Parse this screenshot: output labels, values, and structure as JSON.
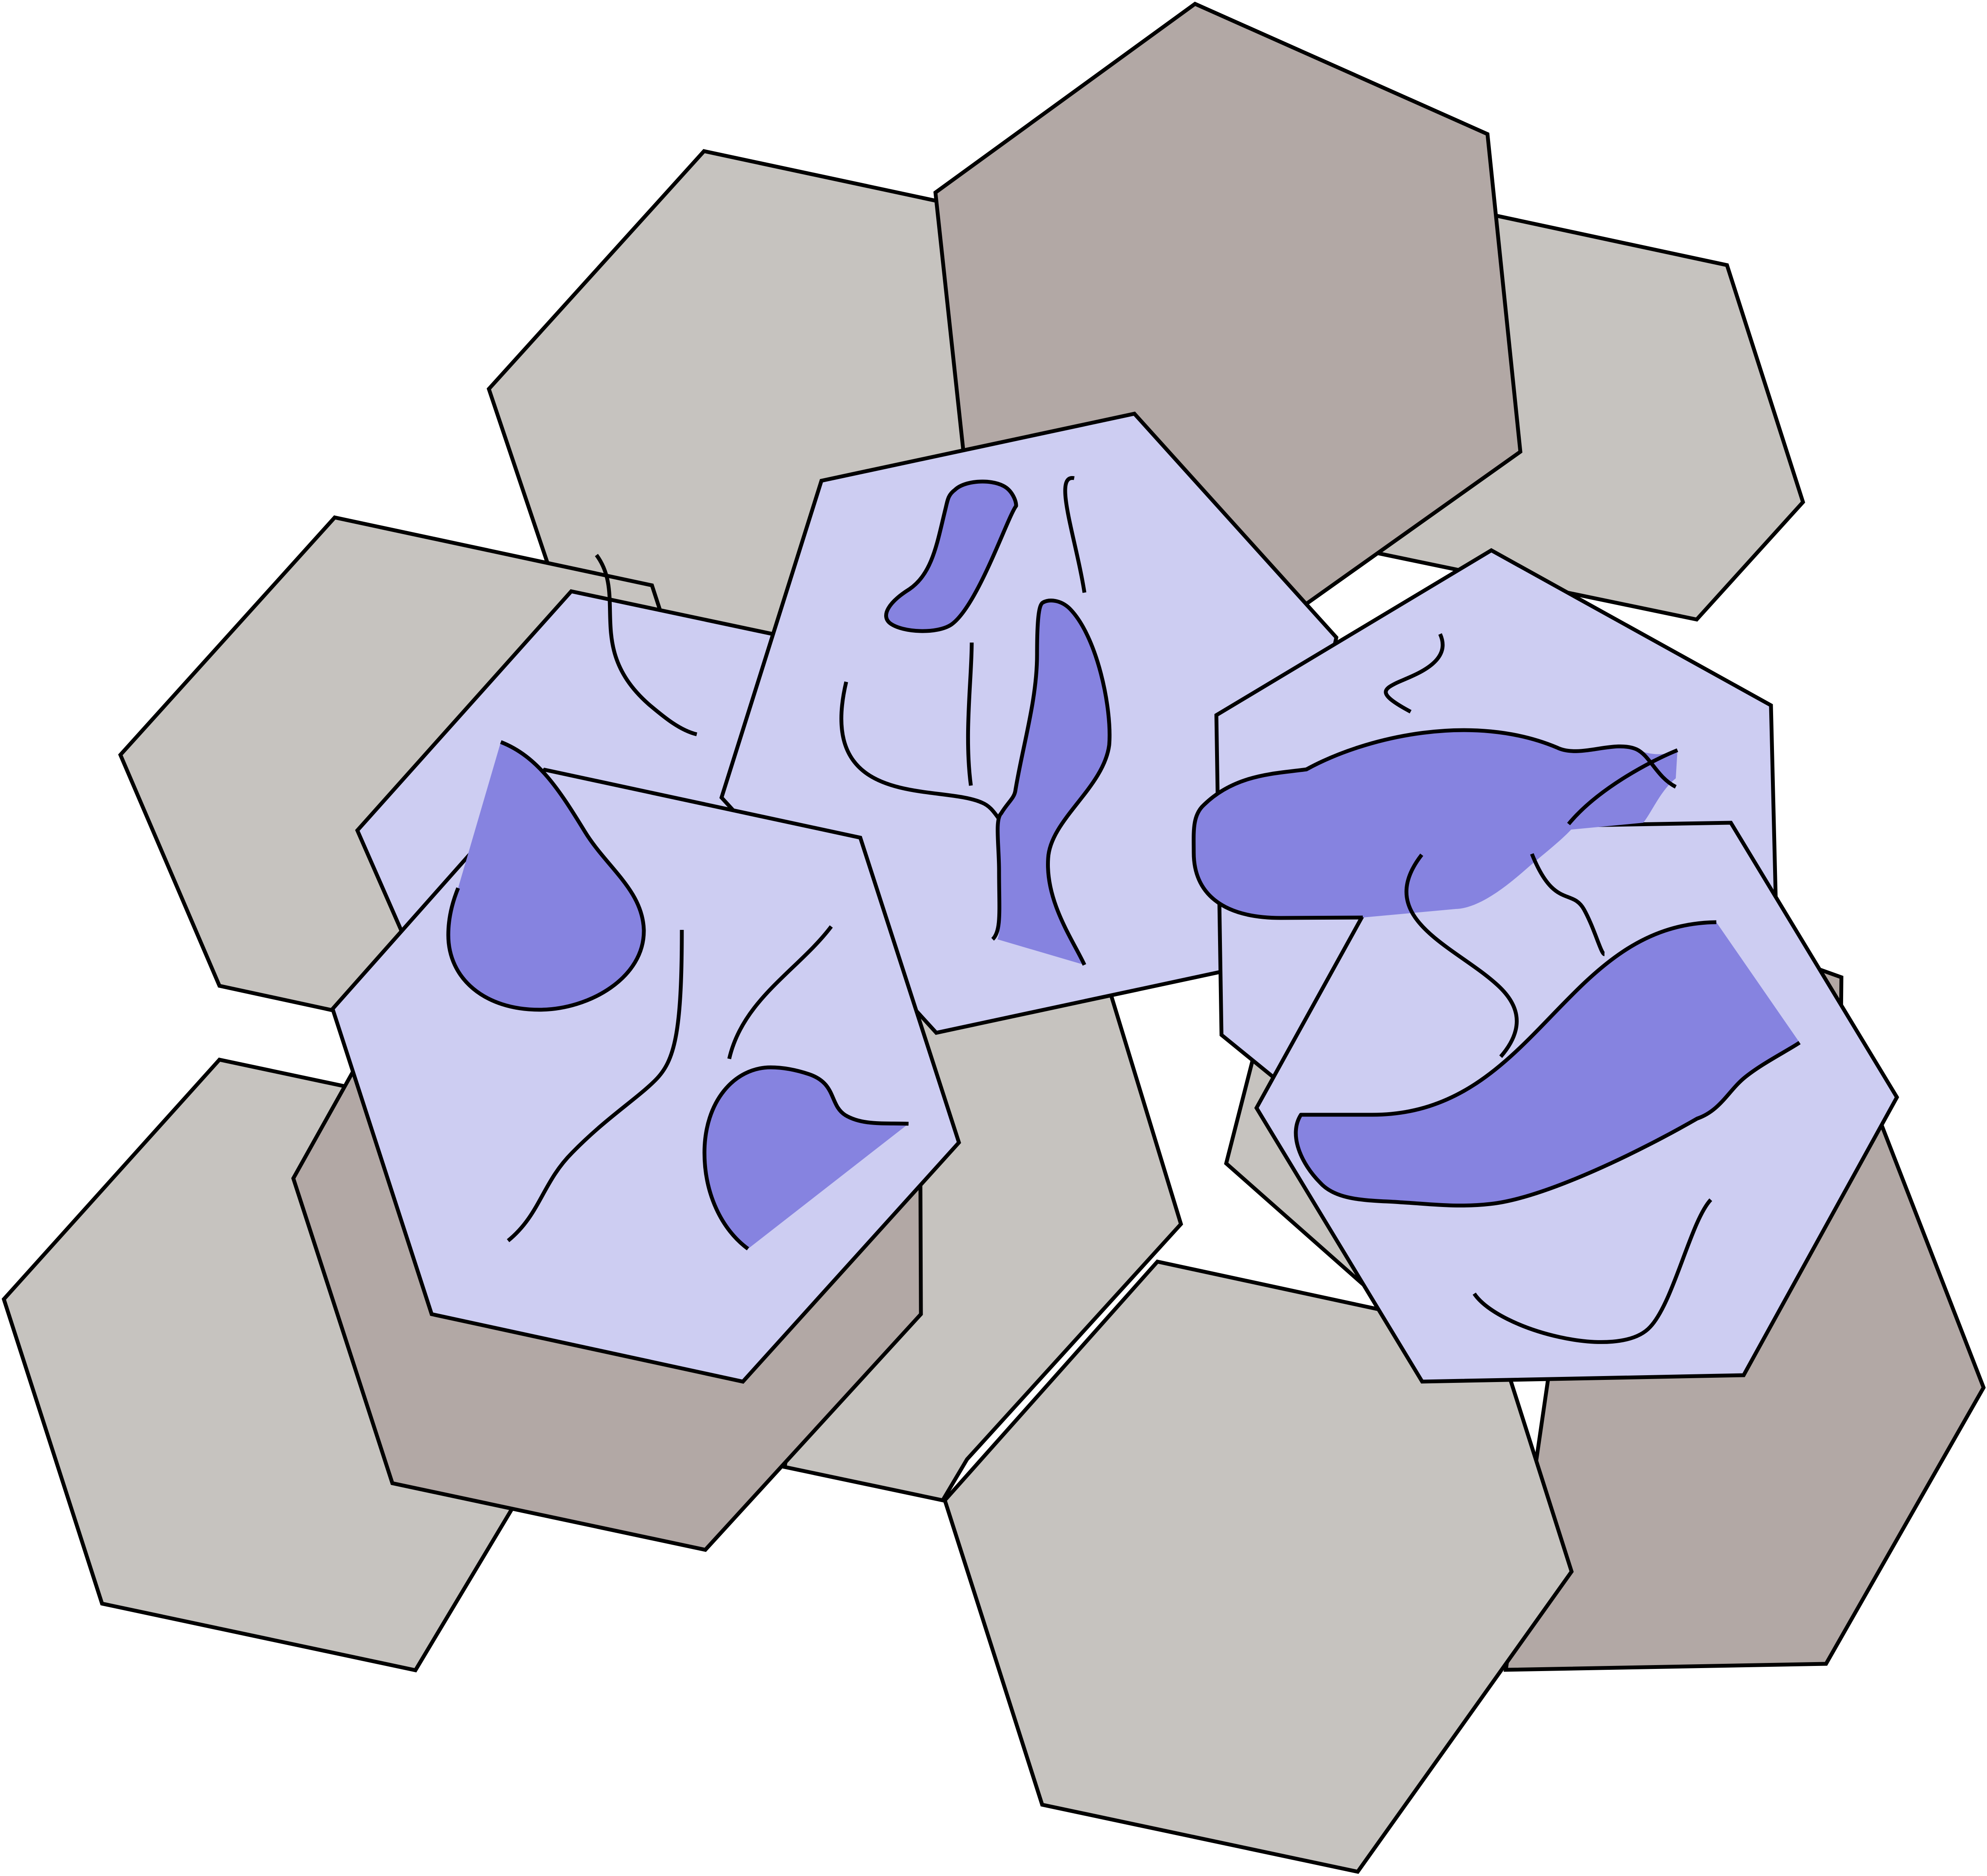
{
  "colors": {
    "background": "#ffffff",
    "stroke": "#000000",
    "light_gray": "#c6c3bf",
    "dark_gray": "#b2a8a5",
    "light_purple": "#cdcdf2",
    "dark_purple": "#8683e0"
  },
  "layers": [
    {
      "group": "back-tiles",
      "tiles": [
        {
          "name": "hex-tile-gray-top-right",
          "kind": "light_gray"
        },
        {
          "name": "hex-tile-gray-top-left",
          "kind": "light_gray"
        },
        {
          "name": "hex-tile-brown-top",
          "kind": "dark_gray"
        },
        {
          "name": "hex-tile-gray-left",
          "kind": "light_gray"
        },
        {
          "name": "hex-tile-gray-bottom-left",
          "kind": "light_gray"
        },
        {
          "name": "hex-tile-gray-center",
          "kind": "light_gray"
        },
        {
          "name": "hex-tile-brown-right",
          "kind": "dark_gray"
        },
        {
          "name": "hex-tile-gray-right-mid",
          "kind": "light_gray"
        },
        {
          "name": "hex-tile-brown-left",
          "kind": "dark_gray"
        },
        {
          "name": "hex-tile-gray-bottom",
          "kind": "light_gray"
        }
      ]
    },
    {
      "group": "cell-tiles",
      "tiles": [
        {
          "name": "hex-cell-upper-left",
          "kind": "light_purple"
        },
        {
          "name": "hex-cell-center",
          "kind": "light_purple"
        },
        {
          "name": "hex-cell-right",
          "kind": "light_purple"
        },
        {
          "name": "hex-cell-lower-left",
          "kind": "light_purple"
        },
        {
          "name": "hex-cell-lower-right",
          "kind": "light_purple"
        }
      ]
    }
  ]
}
